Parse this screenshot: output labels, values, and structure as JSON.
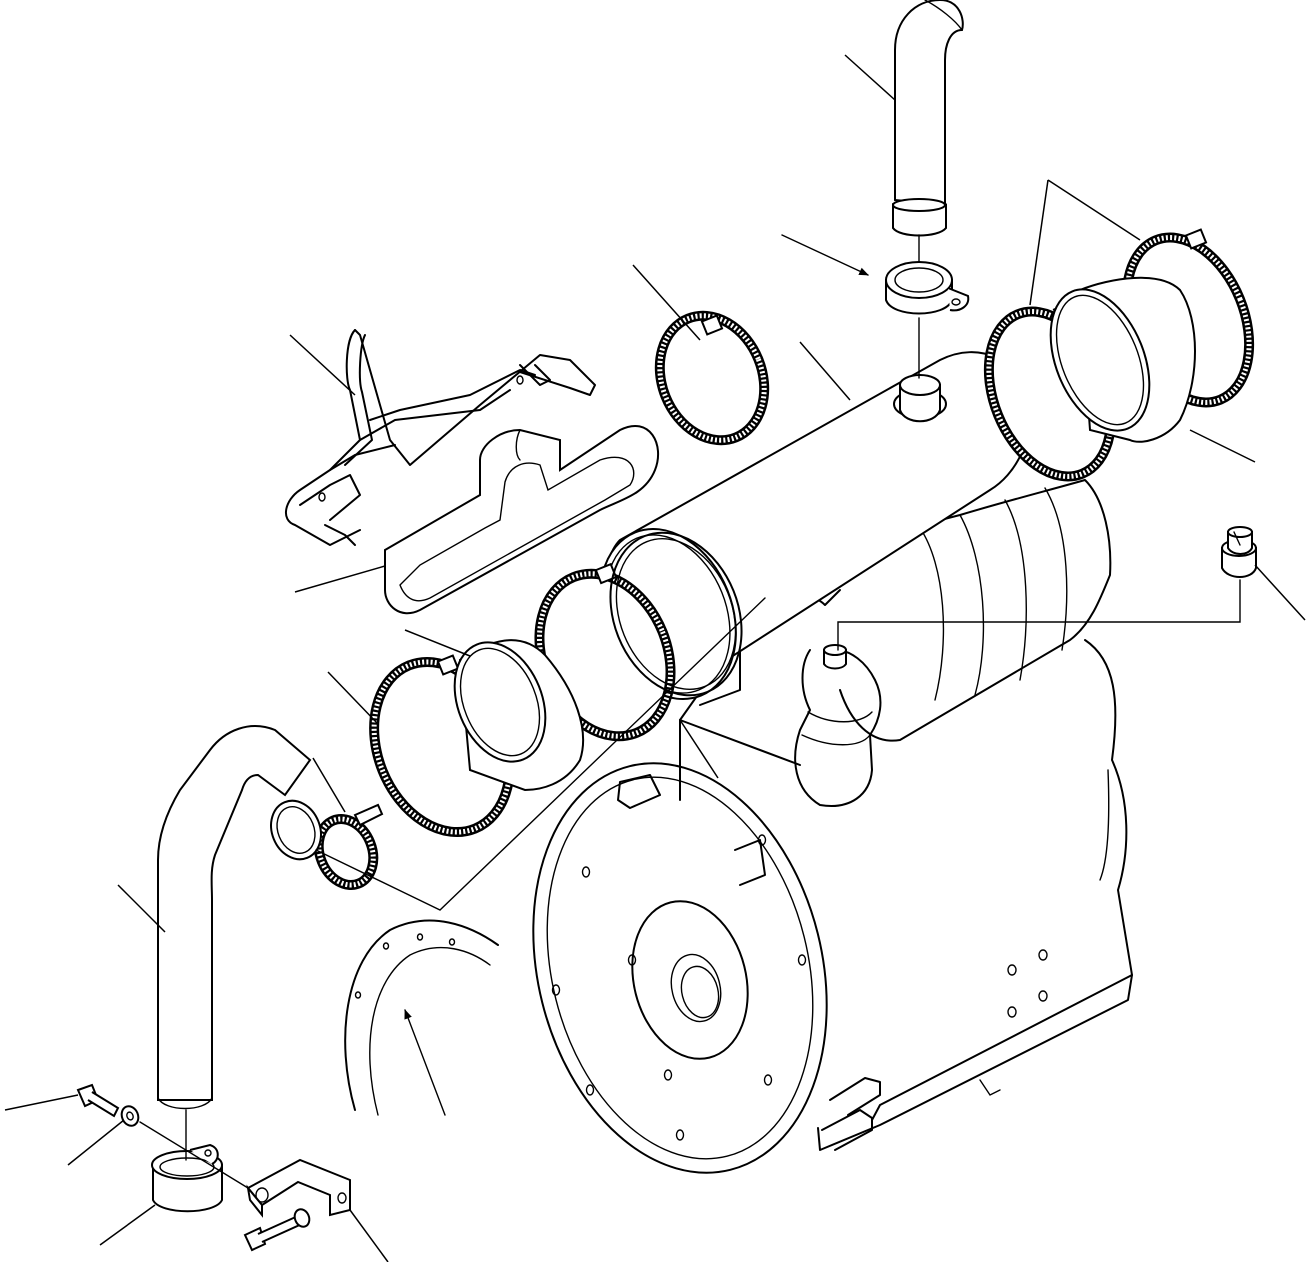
{
  "figure": {
    "kind": "exploded parts diagram",
    "stroke_color": "#000000",
    "background_color": "#ffffff"
  },
  "parts": [
    {
      "name": "exhaust-tail-pipe"
    },
    {
      "name": "pipe-clamp"
    },
    {
      "name": "muffler"
    },
    {
      "name": "hose-clamp"
    },
    {
      "name": "air-cleaner-element"
    },
    {
      "name": "wire-bracket"
    },
    {
      "name": "mounting-band"
    },
    {
      "name": "dust-cap"
    },
    {
      "name": "air-intake-hose"
    },
    {
      "name": "bolt"
    },
    {
      "name": "washer"
    },
    {
      "name": "pipe-sleeve"
    },
    {
      "name": "angle-bracket"
    },
    {
      "name": "engine-block"
    },
    {
      "name": "flywheel-housing"
    }
  ]
}
